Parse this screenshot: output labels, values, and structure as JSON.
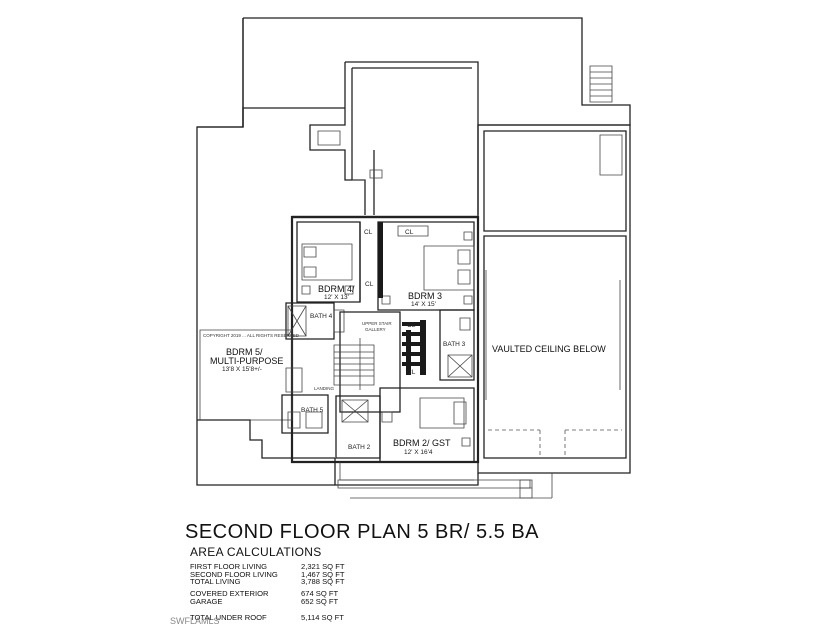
{
  "plan": {
    "title": "SECOND FLOOR PLAN 5 BR/ 5.5 BA",
    "rooms": {
      "bdrm4_name": "BDRM 4/",
      "bdrm4_size": "12' X 13'",
      "bdrm3_name": "BDRM 3",
      "bdrm3_size": "14' X 15'",
      "bdrm5_name": "BDRM 5/",
      "bdrm5_name2": "MULTI-PURPOSE",
      "bdrm5_size": "13'8 X 15'8+/-",
      "bdrm2_name": "BDRM 2/ GST",
      "bdrm2_size": "12' X 16'4",
      "vaulted": "VAULTED CEILING BELOW",
      "bath4": "BATH 4",
      "bath3": "BATH 3",
      "bath5": "BATH 5",
      "bath2": "BATH 2",
      "gallery": "UPPER STAIR",
      "gallery2": "GALLERY",
      "landing": "LANDING",
      "closet": "CL"
    },
    "copyright": "COPYRIGHT 2019 ... ALL RIGHTS RESERVED"
  },
  "area": {
    "title": "AREA CALCULATIONS",
    "rows": [
      {
        "label": "FIRST FLOOR LIVING",
        "value": "2,321 SQ FT"
      },
      {
        "label": "SECOND FLOOR LIVING",
        "value": "1,467 SQ FT"
      },
      {
        "label": "TOTAL LIVING",
        "value": "3,788 SQ FT"
      },
      {
        "label": "COVERED EXTERIOR",
        "value": "674 SQ FT"
      },
      {
        "label": "GARAGE",
        "value": "652 SQ FT"
      },
      {
        "label": "TOTAL UNDER ROOF",
        "value": "5,114 SQ FT"
      }
    ]
  },
  "watermark": "SWFLAMLS"
}
